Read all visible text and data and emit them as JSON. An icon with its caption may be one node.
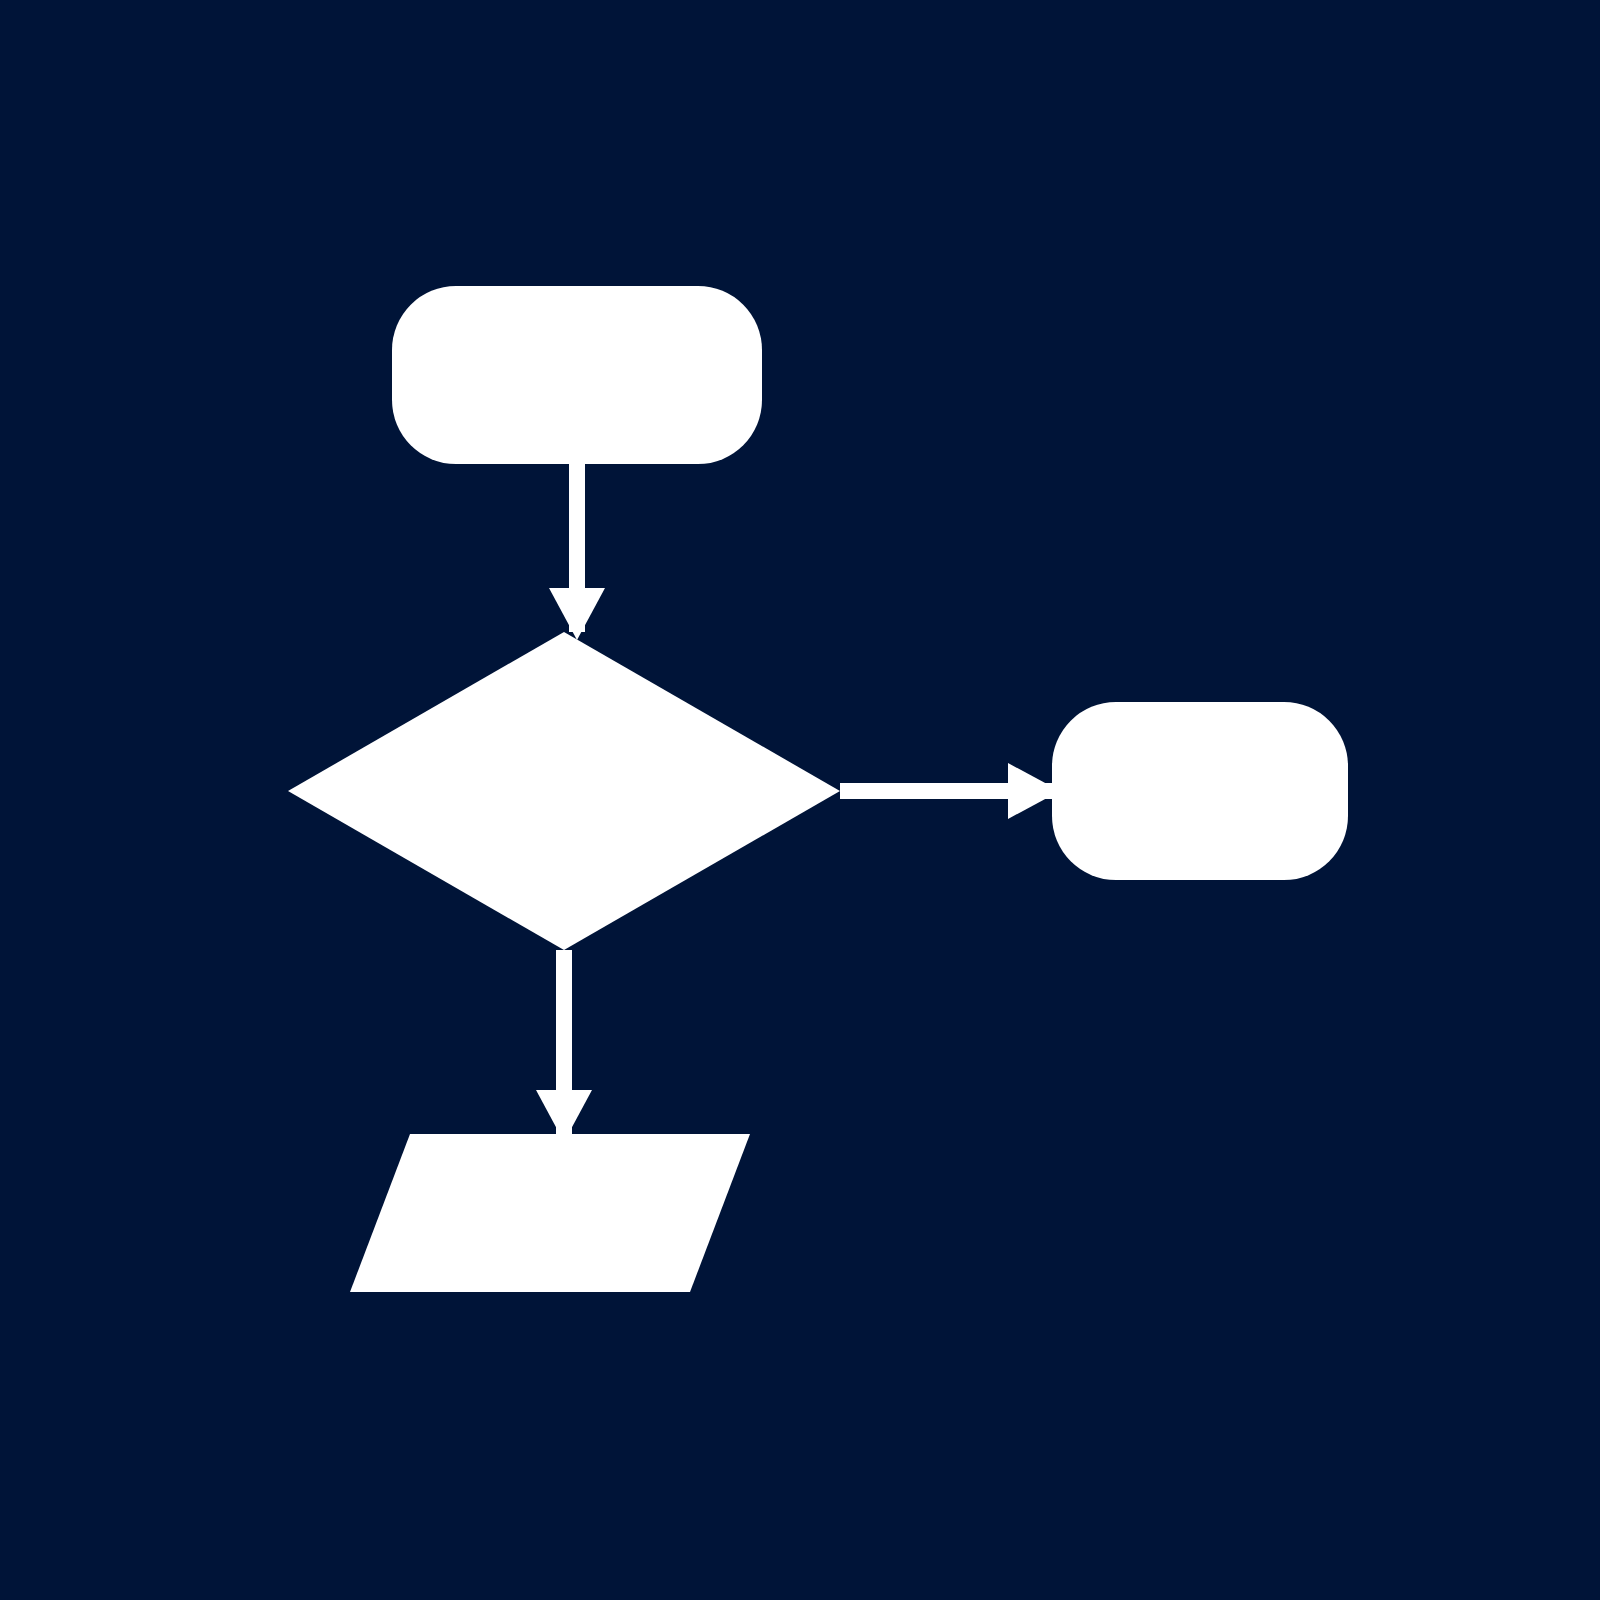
{
  "diagram": {
    "nodes": [
      {
        "text": [],
        "shape": "box"
      },
      {
        "text": [],
        "shape": "diamond"
      },
      {
        "text": [],
        "shape": "box"
      },
      {
        "text": [],
        "shape": "parallelogram"
      }
    ],
    "edges": [
      {
        "from": 0,
        "to": 1,
        "arrow": "to"
      },
      {
        "from": 1,
        "to": 2,
        "arrow": "to"
      },
      {
        "from": 1,
        "to": 3,
        "arrow": "to"
      }
    ]
  }
}
